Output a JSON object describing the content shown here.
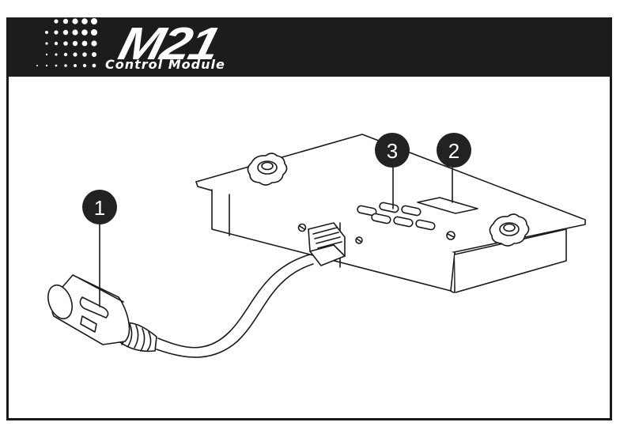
{
  "header": {
    "title": "M21",
    "subtitle": "Control Module",
    "background_color": "#1c1c1c",
    "text_color": "#ffffff"
  },
  "logo": {
    "icon": "dot-grid-logo-icon"
  },
  "callouts": [
    {
      "number": "1"
    },
    {
      "number": "2"
    },
    {
      "number": "3"
    }
  ],
  "colors": {
    "line": "#1a1a1a",
    "callout_fill": "#222222"
  }
}
